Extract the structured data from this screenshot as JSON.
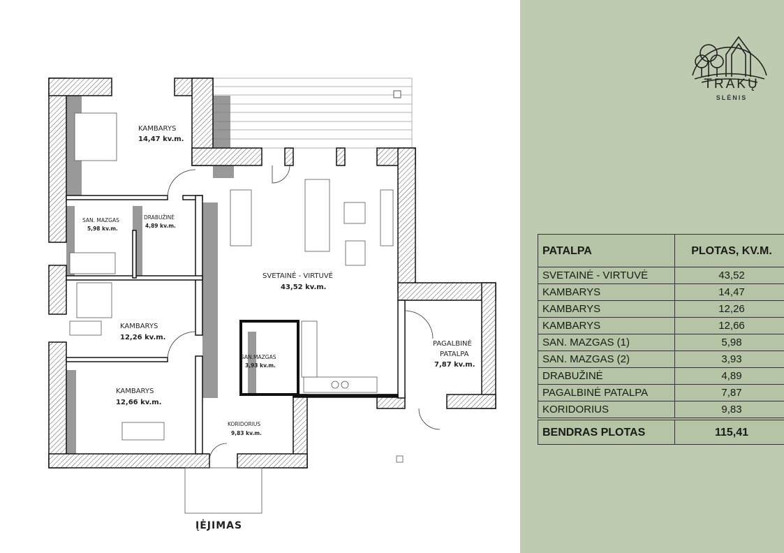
{
  "plan": {
    "rooms": [
      {
        "name": "KAMBARYS",
        "area": "14,47 kv.m."
      },
      {
        "name": "SAN. MAZGAS",
        "area": "5,98 kv.m."
      },
      {
        "name": "DRABUŽINĖ",
        "area": "4,89 kv.m."
      },
      {
        "name": "SVETAINĖ - VIRTUVĖ",
        "area": "43,52 kv.m."
      },
      {
        "name": "KAMBARYS",
        "area": "12,26 kv.m."
      },
      {
        "name": "SAN.MAZGAS",
        "area": "3,93 kv.m."
      },
      {
        "name_line1": "PAGALBINĖ",
        "name_line2": "PATALPA",
        "area": "7,87 kv.m."
      },
      {
        "name": "KAMBARYS",
        "area": "12,66 kv.m."
      },
      {
        "name": "KORIDORIUS",
        "area": "9,83 kv.m."
      }
    ],
    "entrance": "ĮĖJIMAS"
  },
  "logo": {
    "title": "TRAKŲ",
    "subtitle": "SLĖNIS"
  },
  "table": {
    "headers": [
      "PATALPA",
      "PLOTAS, KV.M."
    ],
    "rows": [
      [
        "SVETAINĖ - VIRTUVĖ",
        "43,52"
      ],
      [
        "KAMBARYS",
        "14,47"
      ],
      [
        "KAMBARYS",
        "12,26"
      ],
      [
        "KAMBARYS",
        "12,66"
      ],
      [
        "SAN. MAZGAS (1)",
        "5,98"
      ],
      [
        "SAN. MAZGAS (2)",
        "3,93"
      ],
      [
        "DRABUŽINĖ",
        "4,89"
      ],
      [
        "PAGALBINĖ PATALPA",
        "7,87"
      ],
      [
        "KORIDORIUS",
        "9,83"
      ]
    ],
    "total": [
      "BENDRAS PLOTAS",
      "115,41"
    ]
  }
}
